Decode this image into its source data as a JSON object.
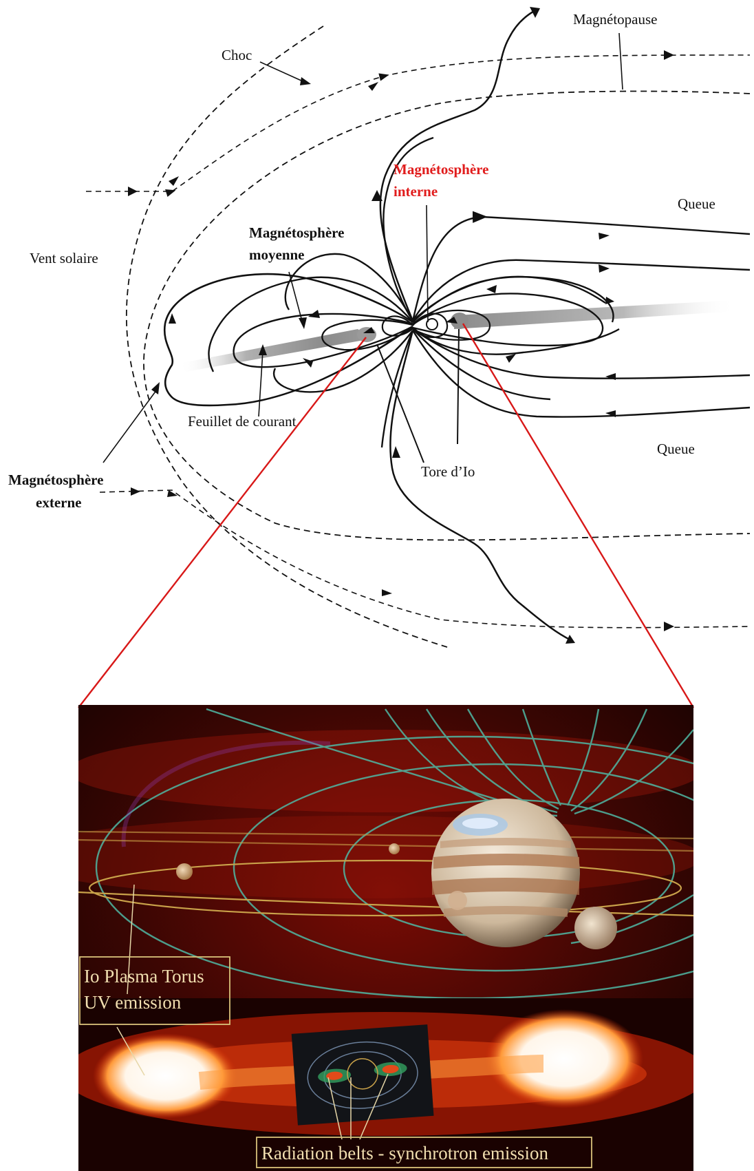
{
  "labels": {
    "magnetopause": "Magnétopause",
    "shock": "Choc",
    "inner_line1": "Magnétosphère",
    "inner_line2": "interne",
    "tail_upper": "Queue",
    "middle_line1": "Magnétosphère",
    "middle_line2": "moyenne",
    "solar_wind": "Vent solaire",
    "current_sheet": "Feuillet de courant",
    "tail_lower": "Queue",
    "io_torus": "Tore d’Io",
    "outer_line1": "Magnétosphère",
    "outer_line2": "externe"
  },
  "captions": {
    "io_plasma_line1": "Io Plasma Torus",
    "io_plasma_line2": "UV emission",
    "radiation_belts": "Radiation belts - synchrotron emission"
  },
  "colors": {
    "ink": "#111111",
    "highlight_red": "#e11d1d",
    "zoom_line": "#d81818",
    "caption_text": "#f1dfb0",
    "caption_border": "#d9c27a",
    "field_line_teal": "#4fb8a4",
    "orbit_gold": "#c9a24a"
  }
}
